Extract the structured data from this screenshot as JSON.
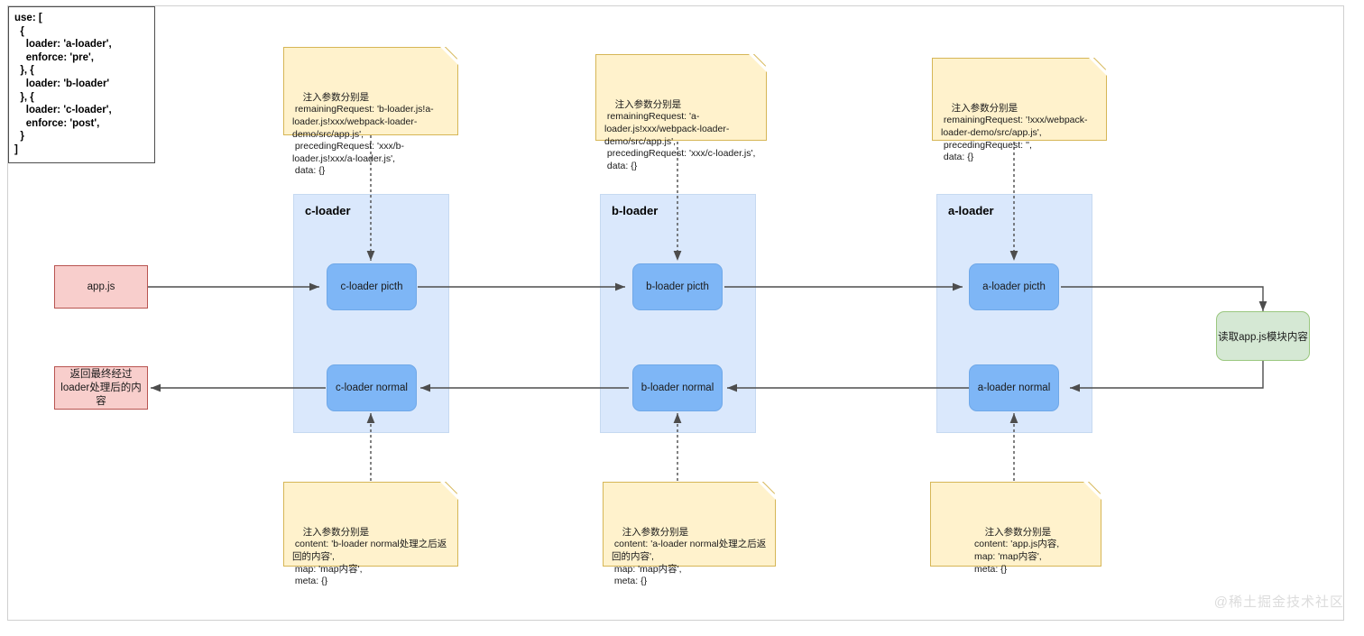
{
  "diagram": {
    "title": "webpack loader pitch / normal execution flow",
    "watermark": "@稀土掘金技术社区",
    "colors": {
      "group_fill": "#dae8fc",
      "process_fill": "#7eb6f6",
      "pink_fill": "#f8cecc",
      "pink_stroke": "#b85450",
      "green_fill": "#d5e8d4",
      "green_stroke": "#9ac77f",
      "note_fill": "#fff2cc",
      "note_stroke": "#d6b656",
      "line": "#4d4d4d"
    }
  },
  "code_block": {
    "name": "loader-config-code",
    "text": "use: [\n  {\n    loader: 'a-loader',\n    enforce: 'pre',\n  }, {\n    loader: 'b-loader'\n  }, {\n    loader: 'c-loader',\n    enforce: 'post',\n  }\n]"
  },
  "entry": {
    "label": "app.js"
  },
  "result": {
    "label": "返回最终经过loader处理后的内容"
  },
  "read_module": {
    "label": "读取app.js模块内容"
  },
  "loaders": [
    {
      "id": "c-loader",
      "group_label": "c-loader",
      "pitch_label": "c-loader picth",
      "normal_label": "c-loader normal"
    },
    {
      "id": "b-loader",
      "group_label": "b-loader",
      "pitch_label": "b-loader picth",
      "normal_label": "b-loader normal"
    },
    {
      "id": "a-loader",
      "group_label": "a-loader",
      "pitch_label": "a-loader picth",
      "normal_label": "a-loader normal"
    }
  ],
  "pitch_notes": [
    {
      "id": "note-c-pitch",
      "text": "注入参数分别是\n remainingRequest: 'b-loader.js!a-loader.js!xxx/webpack-loader-demo/src/app.js',\n precedingRequest: 'xxx/b-loader.js!xxx/a-loader.js',\n data: {}"
    },
    {
      "id": "note-b-pitch",
      "text": "注入参数分别是\n remainingRequest: 'a-loader.js!xxx/webpack-loader-demo/src/app.js',\n precedingRequest: 'xxx/c-loader.js',\n data: {}"
    },
    {
      "id": "note-a-pitch",
      "text": "注入参数分别是\n remainingRequest: '!xxx/webpack-loader-demo/src/app.js',\n precedingRequest: '',\n data: {}"
    }
  ],
  "normal_notes": [
    {
      "id": "note-c-normal",
      "text": "注入参数分别是\n content: 'b-loader normal处理之后返回的内容',\n map: 'map内容',\n meta: {}"
    },
    {
      "id": "note-b-normal",
      "text": "注入参数分别是\n content: 'a-loader normal处理之后返回的内容',\n map: 'map内容',\n meta: {}"
    },
    {
      "id": "note-a-normal",
      "text": "注入参数分别是\ncontent: 'app.js内容,\nmap: 'map内容',\nmeta: {}"
    }
  ]
}
